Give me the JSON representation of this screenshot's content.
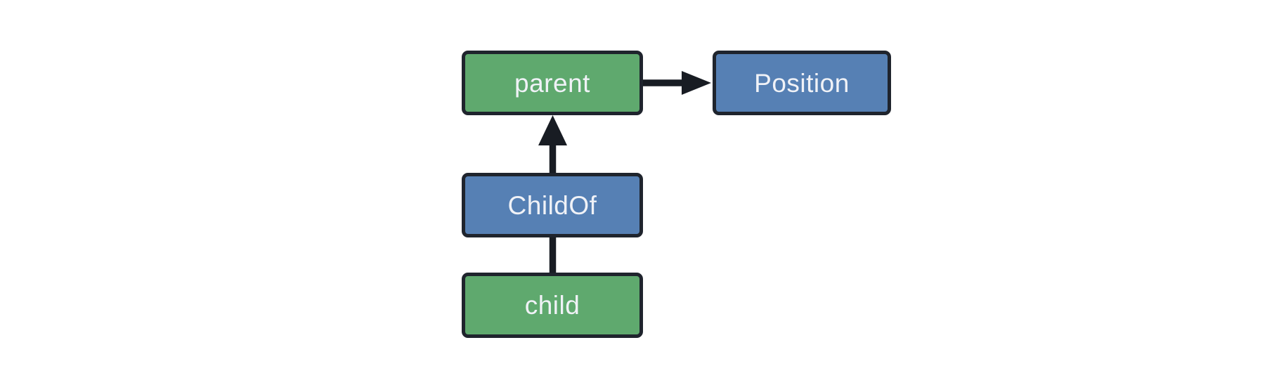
{
  "diagram": {
    "title": "entity-relationship-diagram",
    "background": "#ffffff",
    "nodes": [
      {
        "id": "parent",
        "label": "parent",
        "kind": "entity",
        "fill": "#5fa96e"
      },
      {
        "id": "Position",
        "label": "Position",
        "kind": "component",
        "fill": "#5680b4"
      },
      {
        "id": "ChildOf",
        "label": "ChildOf",
        "kind": "relationship",
        "fill": "#5680b4"
      },
      {
        "id": "child",
        "label": "child",
        "kind": "entity",
        "fill": "#5fa96e"
      }
    ],
    "edges": [
      {
        "from": "parent",
        "to": "Position",
        "style": "arrow",
        "direction": "right"
      },
      {
        "from": "ChildOf",
        "to": "parent",
        "style": "arrow",
        "direction": "up"
      },
      {
        "from": "child",
        "to": "ChildOf",
        "style": "line",
        "direction": "up"
      }
    ],
    "colors": {
      "entity_fill": "#5fa96e",
      "component_fill": "#5680b4",
      "node_border": "#1f242d",
      "connector": "#181c23",
      "label_text": "#f0f2f7"
    }
  }
}
